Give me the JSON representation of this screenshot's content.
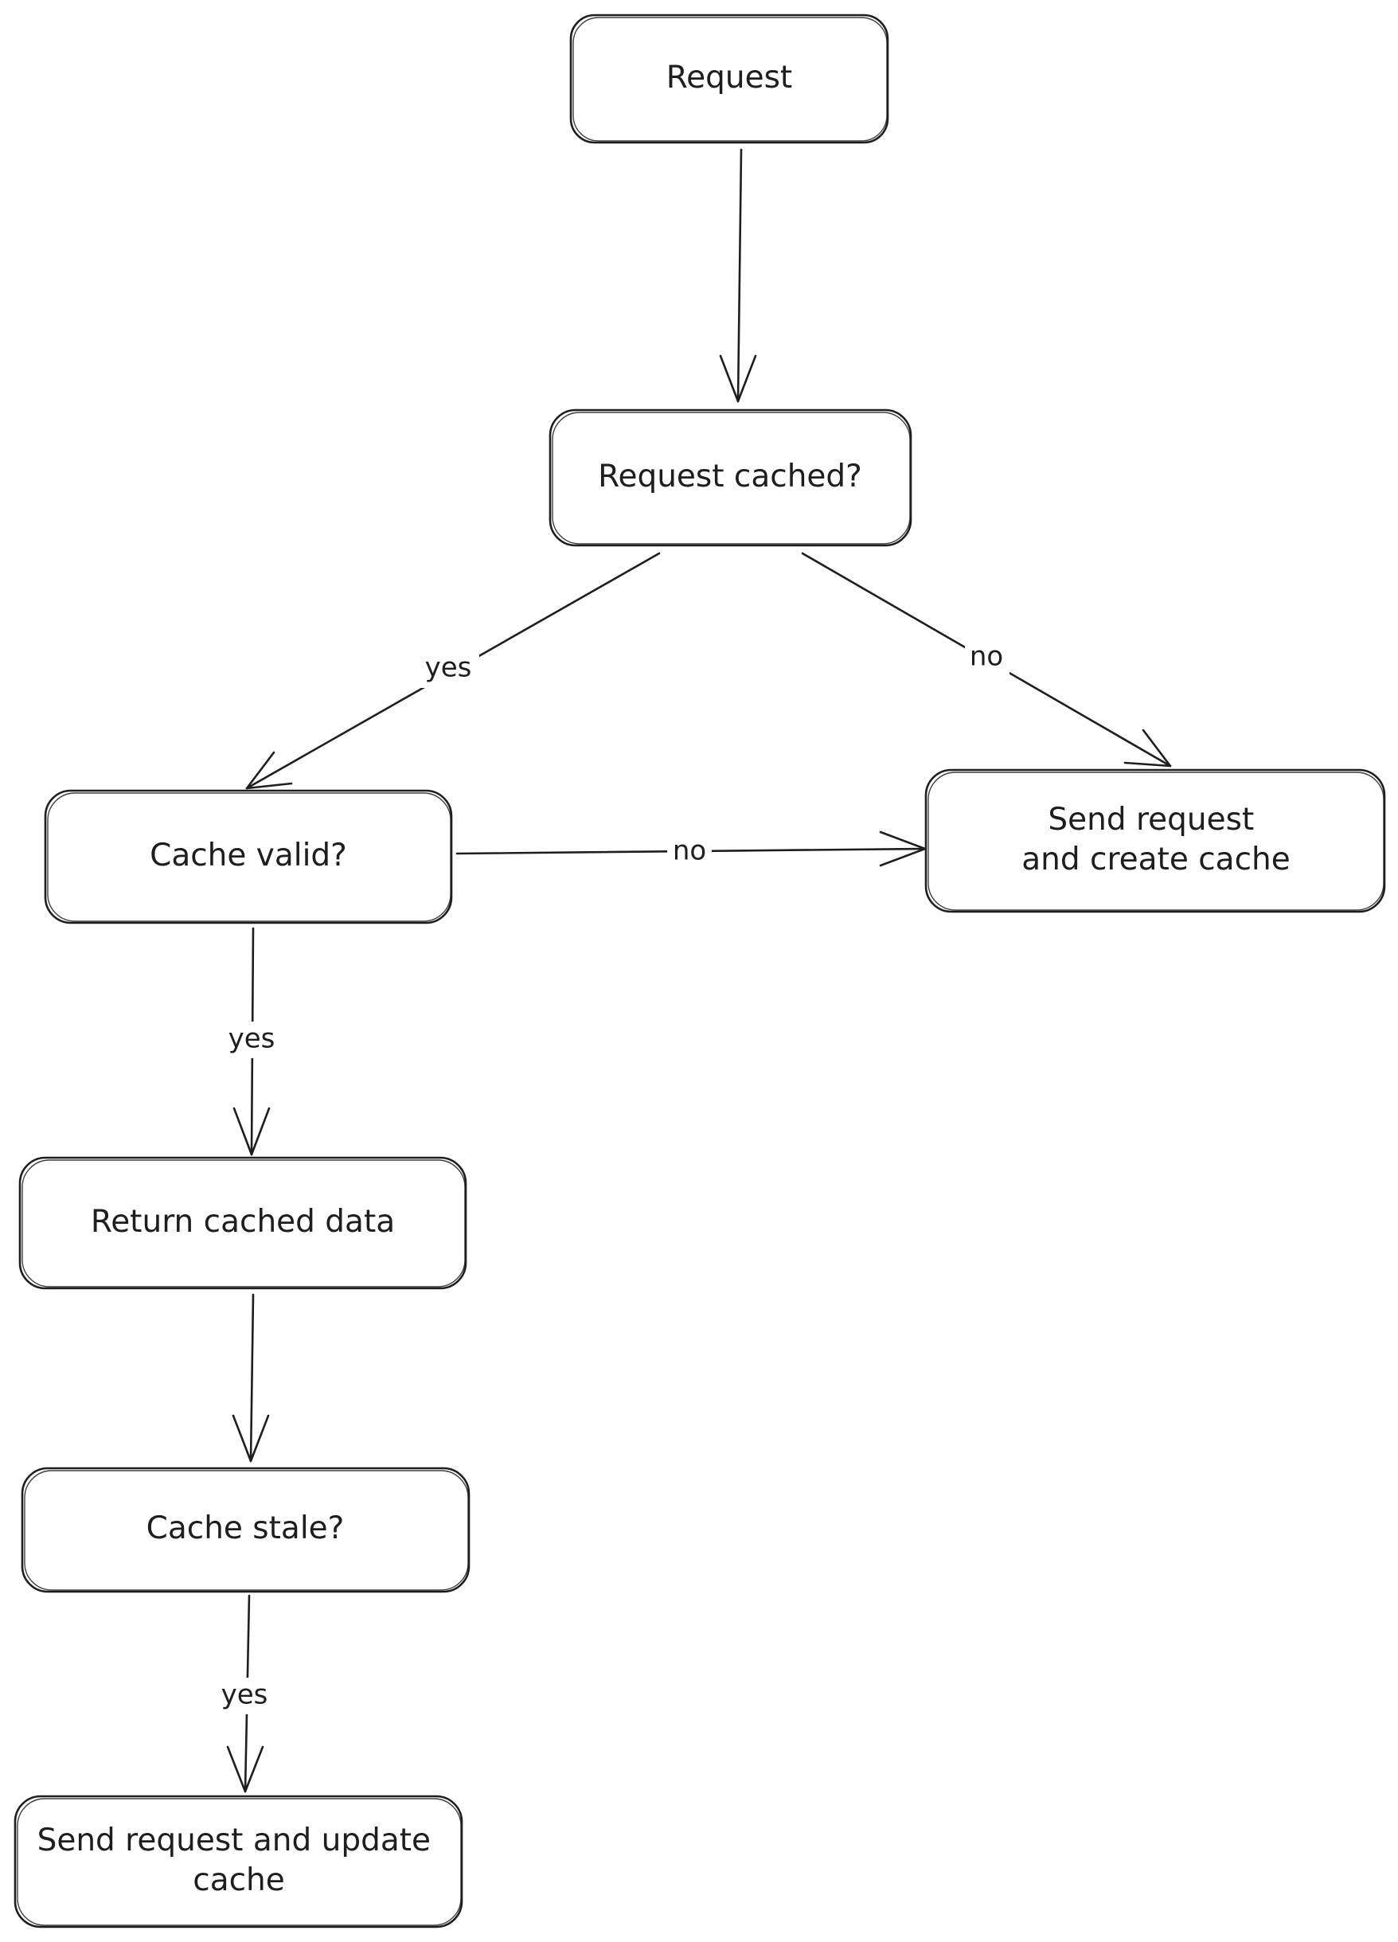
{
  "nodes": {
    "request": {
      "label": [
        "Request"
      ]
    },
    "request_cached": {
      "label": [
        "Request cached?"
      ]
    },
    "cache_valid": {
      "label": [
        "Cache valid?"
      ]
    },
    "send_create": {
      "label": [
        "Send request",
        "and create cache"
      ]
    },
    "return_cached": {
      "label": [
        "Return cached data"
      ]
    },
    "cache_stale": {
      "label": [
        "Cache stale?"
      ]
    },
    "send_update": {
      "label": [
        "Send request and update",
        "cache"
      ]
    }
  },
  "edges": {
    "request_to_cached": {
      "label": ""
    },
    "cached_yes": {
      "label": "yes"
    },
    "cached_no": {
      "label": "no"
    },
    "valid_no": {
      "label": "no"
    },
    "valid_yes": {
      "label": "yes"
    },
    "return_to_stale": {
      "label": ""
    },
    "stale_yes": {
      "label": "yes"
    }
  }
}
